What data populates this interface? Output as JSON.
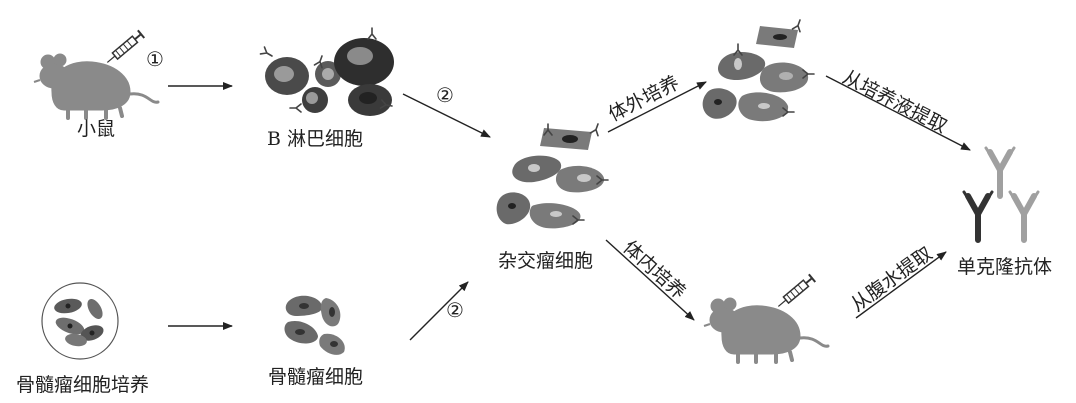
{
  "labels": {
    "mouse": "小鼠",
    "b_cells": "B 淋巴细胞",
    "hybridoma": "杂交瘤细胞",
    "myeloma_culture": "骨髓瘤细胞培养",
    "myeloma_cells": "骨髓瘤细胞",
    "antibody": "单克隆抗体"
  },
  "steps": {
    "step1": "①",
    "step2_top": "②",
    "step2_bottom": "②",
    "in_vitro": "体外培养",
    "in_vivo": "体内培养",
    "from_medium": "从培养液提取",
    "from_ascites": "从腹水提取"
  },
  "colors": {
    "cell_dark": "#3a3a3a",
    "cell_mid": "#6e6e6e",
    "cell_light": "#9a9a9a",
    "nucleus": "#2a2a2a",
    "nucleus_light": "#c8c8c8",
    "mouse": "#8a8a8a",
    "antibody_dark": "#333333",
    "antibody_light": "#a0a0a0"
  }
}
